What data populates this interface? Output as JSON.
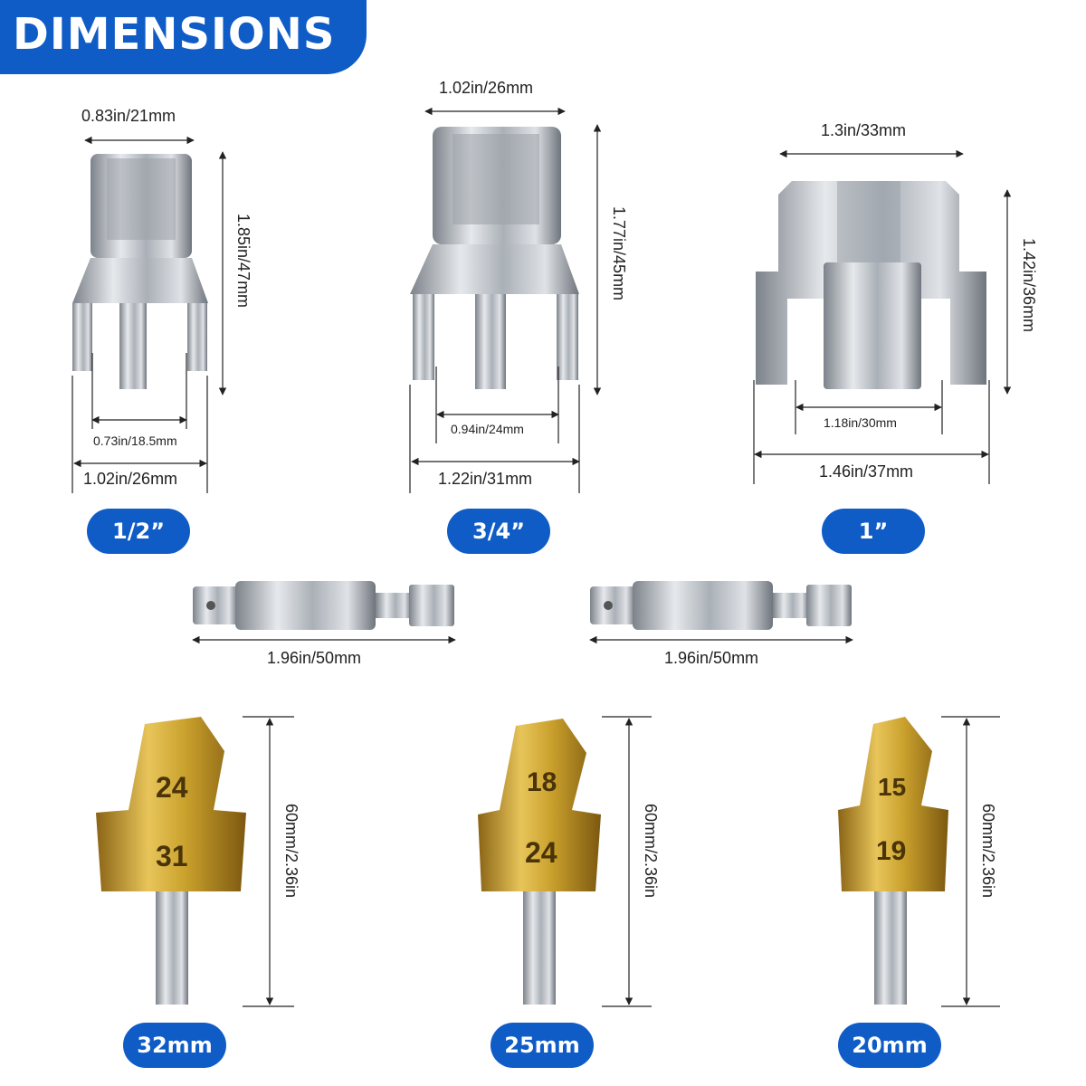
{
  "banner": {
    "title": "DIMENSIONS"
  },
  "colors": {
    "accent": "#0f5cc7",
    "steel": "#b7bcc3",
    "gold": "#c9a02c"
  },
  "adapters": [
    {
      "label": "1/2”",
      "top_width": "0.83in/21mm",
      "height": "1.85in/47mm",
      "inner_width": "0.73in/18.5mm",
      "outer_width": "1.02in/26mm"
    },
    {
      "label": "3/4”",
      "top_width": "1.02in/26mm",
      "height": "1.77in/45mm",
      "inner_width": "0.94in/24mm",
      "outer_width": "1.22in/31mm"
    },
    {
      "label": "1”",
      "top_width": "1.3in/33mm",
      "height": "1.42in/36mm",
      "inner_width": "1.18in/30mm",
      "outer_width": "1.46in/37mm"
    }
  ],
  "extensions": [
    {
      "length": "1.96in/50mm"
    },
    {
      "length": "1.96in/50mm"
    }
  ],
  "drill_bits": [
    {
      "label": "32mm",
      "upper_mark": "24",
      "lower_mark": "31",
      "height": "60mm/2.36in"
    },
    {
      "label": "25mm",
      "upper_mark": "18",
      "lower_mark": "24",
      "height": "60mm/2.36in"
    },
    {
      "label": "20mm",
      "upper_mark": "15",
      "lower_mark": "19",
      "height": "60mm/2.36in"
    }
  ]
}
